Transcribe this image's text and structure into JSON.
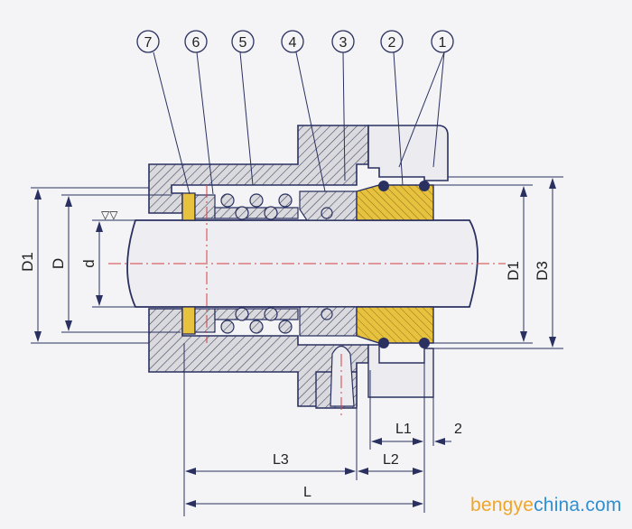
{
  "diagram": {
    "callouts": [
      "7",
      "6",
      "5",
      "4",
      "3",
      "2",
      "1"
    ],
    "dimensions": {
      "D1_left": "D1",
      "D": "D",
      "d": "d",
      "D1_right": "D1",
      "D3": "D3",
      "L1": "L1",
      "L2": "L2",
      "L3": "L3",
      "L": "L",
      "gap": "2"
    },
    "surface_symbol": "▽▽",
    "colors": {
      "line": "#2a3160",
      "hatch": "#3b3f58",
      "brass": "#e6c23f",
      "centerline": "#d04040",
      "shaft": "#eeeef2"
    }
  },
  "watermark": {
    "part_a": "bengye",
    "part_b": "china.com"
  }
}
